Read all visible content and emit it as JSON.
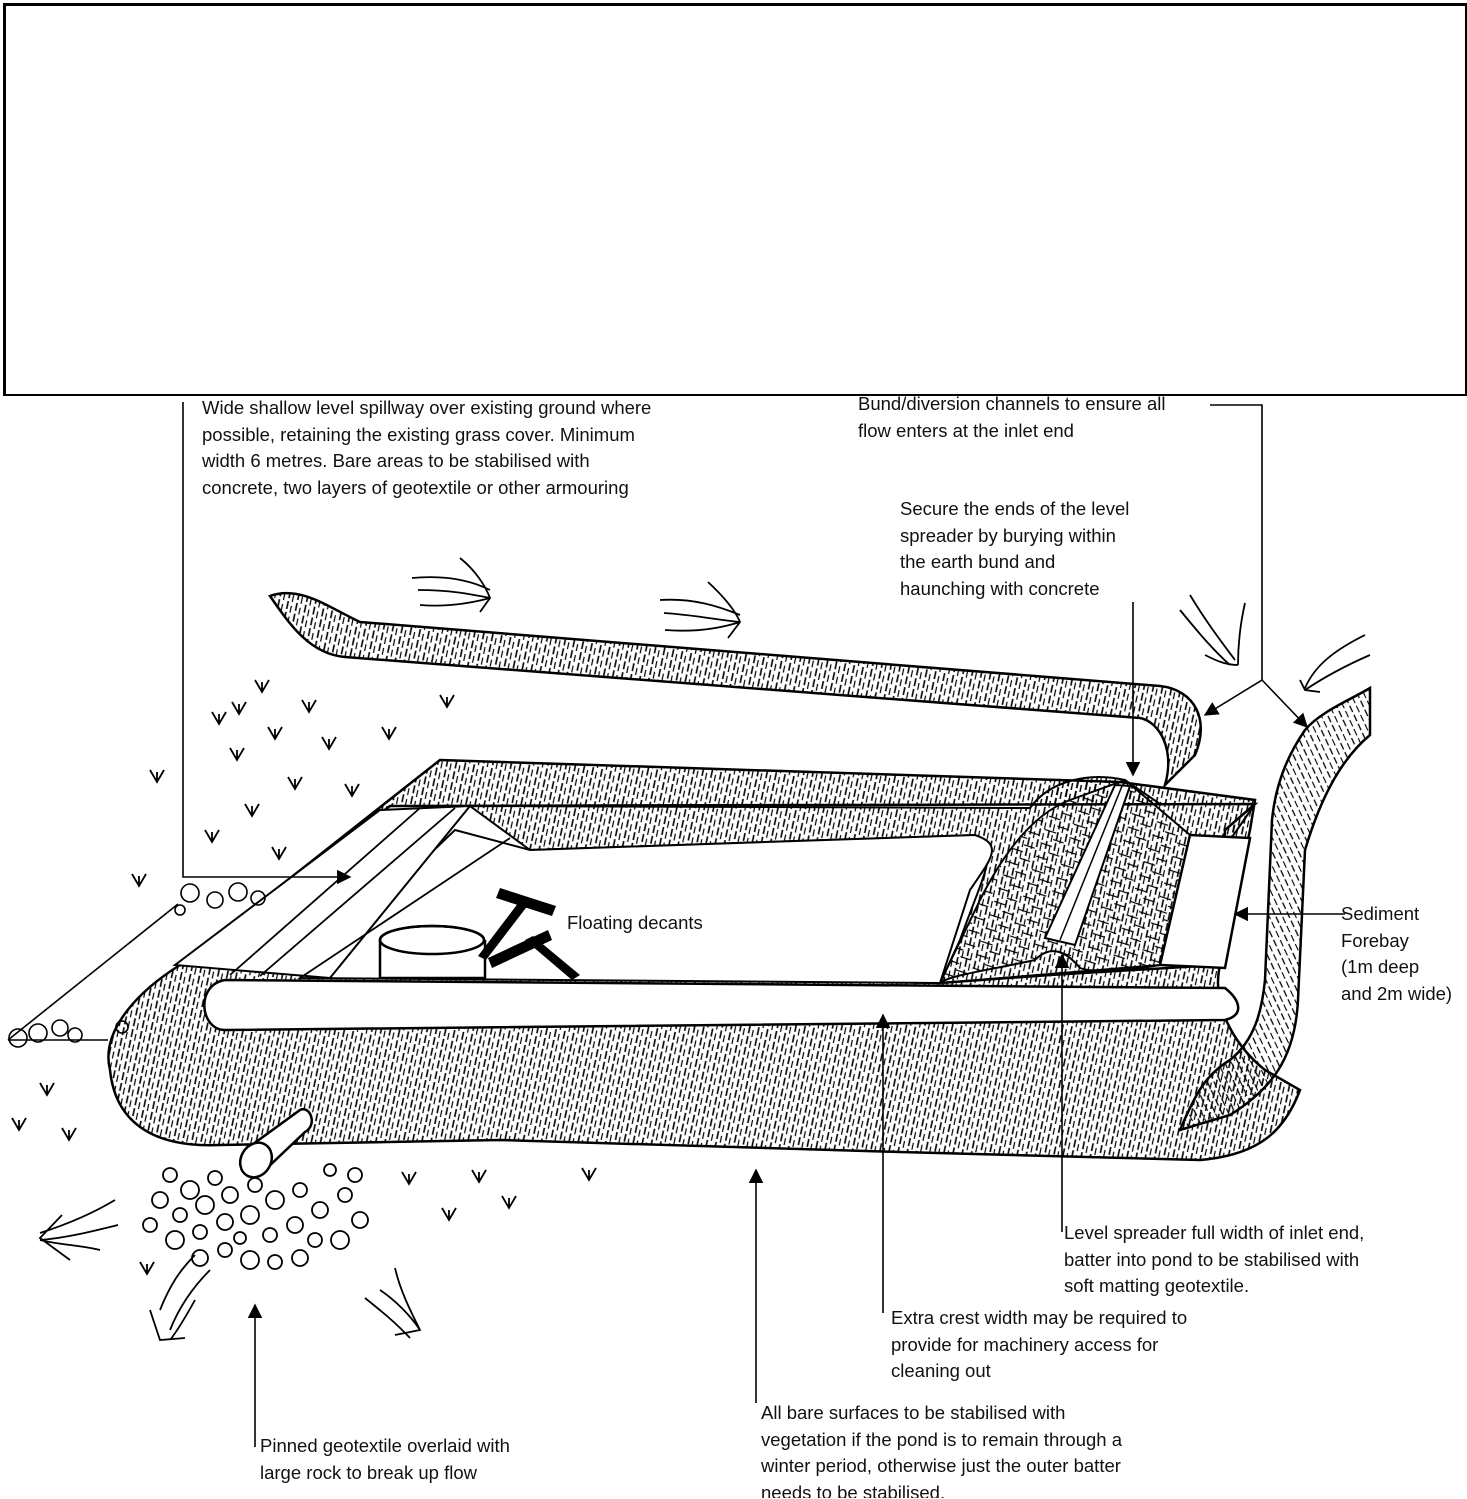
{
  "labels": {
    "spillway": "Wide shallow level spillway over existing ground where\npossible, retaining the existing grass cover. Minimum\nwidth 6 metres. Bare areas to be stabilised with\nconcrete, two layers of geotextile or other armouring",
    "bund": "Bund/diversion channels to ensure all\nflow enters at the inlet end",
    "secure_ends": "Secure the ends of the level\nspreader by burying within\nthe earth bund and\nhaunching with concrete",
    "floating_decants": "Floating decants",
    "sediment_forebay": "Sediment\nForebay\n(1m deep\nand 2m wide)",
    "level_spreader": "Level spreader full width of inlet end,\nbatter into pond to be stabilised with\nsoft matting geotextile.",
    "crest_width": "Extra crest width may be required to\nprovide for machinery access for\ncleaning out",
    "bare_surfaces": "All bare surfaces to be stabilised with\nvegetation if the pond is to remain through a\nwinter period, otherwise just the outer batter\nneeds to be stabilised.",
    "geotextile_rock": "Pinned geotextile overlaid with\nlarge rock to break up flow"
  },
  "colors": {
    "line": "#000000",
    "background": "#ffffff"
  },
  "icons": [
    "grass-tuft-icon",
    "flow-arrow-icon",
    "pointer-arrow-icon",
    "outlet-pipe-icon",
    "rock-icon"
  ]
}
